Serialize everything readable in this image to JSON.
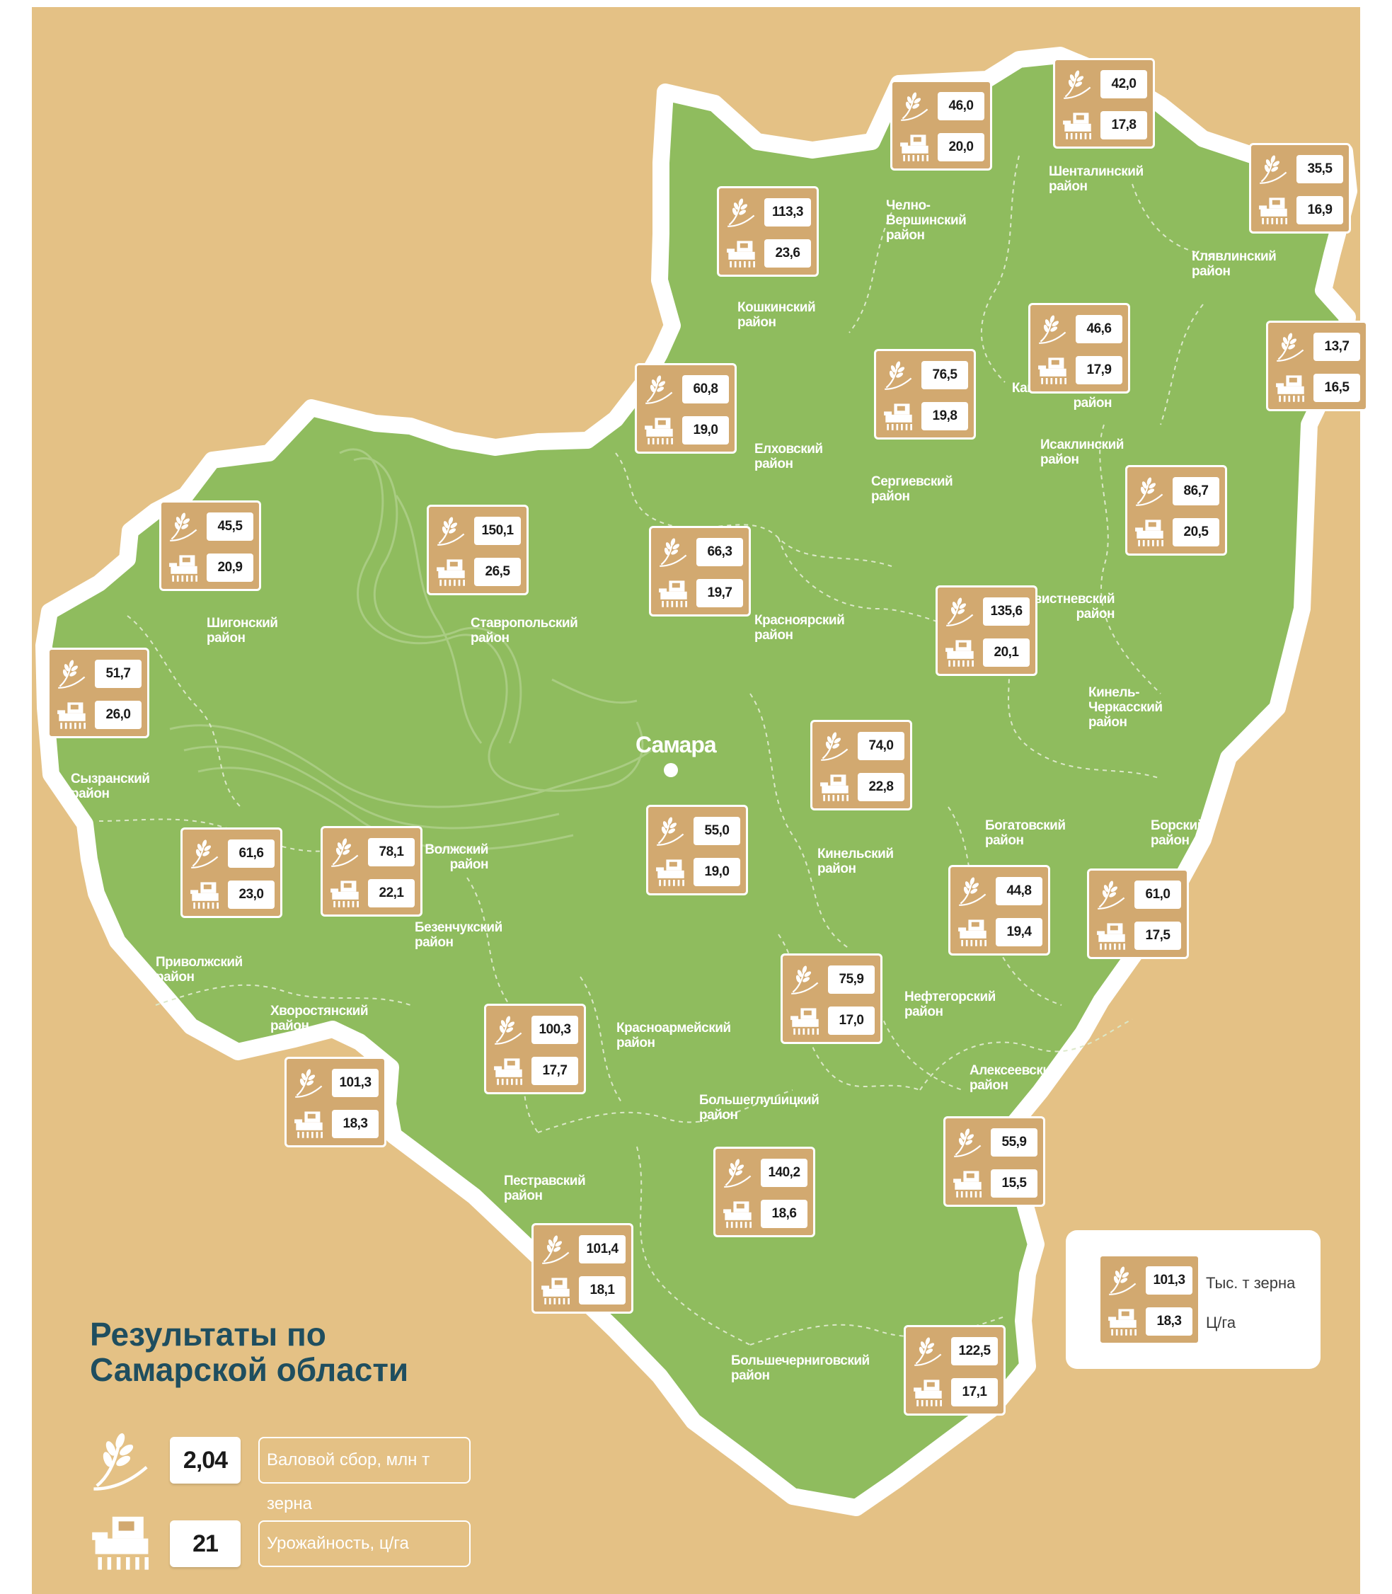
{
  "map": {
    "city": "Самара",
    "districts": [
      {
        "id": "chelno",
        "name": [
          "Челно-",
          "Вершинский",
          "район"
        ],
        "gross": "46,0",
        "yield": "20,0"
      },
      {
        "id": "shental",
        "name": [
          "Шенталинский",
          "район"
        ],
        "gross": "42,0",
        "yield": "17,8"
      },
      {
        "id": "klyavl",
        "name": [
          "Клявлинский",
          "район"
        ],
        "gross": "35,5",
        "yield": "16,9"
      },
      {
        "id": "koshki",
        "name": [
          "Кошкинский",
          "район"
        ],
        "gross": "113,3",
        "yield": "23,6"
      },
      {
        "id": "kamysh",
        "name": [
          "Камышлинский",
          "район"
        ],
        "gross": "13,7",
        "yield": "16,5"
      },
      {
        "id": "isakly",
        "name": [
          "Исаклинский",
          "район"
        ],
        "gross": "46,6",
        "yield": "17,9"
      },
      {
        "id": "elhov",
        "name": [
          "Елховский",
          "район"
        ],
        "gross": "60,8",
        "yield": "19,0"
      },
      {
        "id": "sergiev",
        "name": [
          "Сергиевский",
          "район"
        ],
        "gross": "76,5",
        "yield": "19,8"
      },
      {
        "id": "pohvist",
        "name": [
          "Похвистневский",
          "район"
        ],
        "gross": "86,7",
        "yield": "20,5"
      },
      {
        "id": "shigon",
        "name": [
          "Шигонский",
          "район"
        ],
        "gross": "45,5",
        "yield": "20,9"
      },
      {
        "id": "stavrop",
        "name": [
          "Ставропольский",
          "район"
        ],
        "gross": "150,1",
        "yield": "26,5"
      },
      {
        "id": "krasnoyar",
        "name": [
          "Красноярский",
          "район"
        ],
        "gross": "66,3",
        "yield": "19,7"
      },
      {
        "id": "kinelcherk",
        "name": [
          "Кинель-",
          "Черкасский",
          "район"
        ],
        "gross": "135,6",
        "yield": "20,1"
      },
      {
        "id": "syzran",
        "name": [
          "Сызранский",
          "район"
        ],
        "gross": "51,7",
        "yield": "26,0"
      },
      {
        "id": "kinel",
        "name": [
          "Кинельский",
          "район"
        ],
        "gross": "74,0",
        "yield": "22,8"
      },
      {
        "id": "volzh",
        "name": [
          "Волжский",
          "район"
        ],
        "gross": "55,0",
        "yield": "19,0"
      },
      {
        "id": "privolzh",
        "name": [
          "Приволжский",
          "район"
        ],
        "gross": "61,6",
        "yield": "23,0"
      },
      {
        "id": "bezench",
        "name": [
          "Безенчукский",
          "район"
        ],
        "gross": "78,1",
        "yield": "22,1"
      },
      {
        "id": "bogat",
        "name": [
          "Богатовский",
          "район"
        ],
        "gross": "44,8",
        "yield": "19,4"
      },
      {
        "id": "borsk",
        "name": [
          "Борский",
          "район"
        ],
        "gross": "61,0",
        "yield": "17,5"
      },
      {
        "id": "neftegor",
        "name": [
          "Нефтегорский",
          "район"
        ],
        "gross": "75,9",
        "yield": "17,0"
      },
      {
        "id": "krasnoarm",
        "name": [
          "Красноармейский",
          "район"
        ],
        "gross": "100,3",
        "yield": "17,7"
      },
      {
        "id": "hvorost",
        "name": [
          "Хворостянский",
          "район"
        ],
        "gross": "101,3",
        "yield": "18,3"
      },
      {
        "id": "alekseev",
        "name": [
          "Алексеевский",
          "район"
        ],
        "gross": "55,9",
        "yield": "15,5"
      },
      {
        "id": "bglush",
        "name": [
          "Большеглушицкий",
          "район"
        ],
        "gross": "140,2",
        "yield": "18,6"
      },
      {
        "id": "pestrav",
        "name": [
          "Пестравский",
          "район"
        ],
        "gross": "101,4",
        "yield": "18,1"
      },
      {
        "id": "bcherng",
        "name": [
          "Большечерниговский",
          "район"
        ],
        "gross": "122,5",
        "yield": "17,1"
      }
    ]
  },
  "legend": {
    "gross": "101,3",
    "yield": "18,3",
    "gross_label": "Тыс. т зерна",
    "yield_label": "Ц/га"
  },
  "summary": {
    "title_line1": "Результаты по",
    "title_line2": "Самарской области",
    "gross_value": "2,04",
    "gross_label": "Валовой сбор, млн т зерна",
    "yield_value": "21",
    "yield_label": "Урожайность, ц/га"
  },
  "colors": {
    "background": "#e4c185",
    "region_fill": "#8fbc5e",
    "border": "#ffffff",
    "card": "#d2a970",
    "title": "#1f4e5f"
  },
  "icons": {
    "gross": "wheat-icon",
    "yield": "harvester-icon"
  }
}
